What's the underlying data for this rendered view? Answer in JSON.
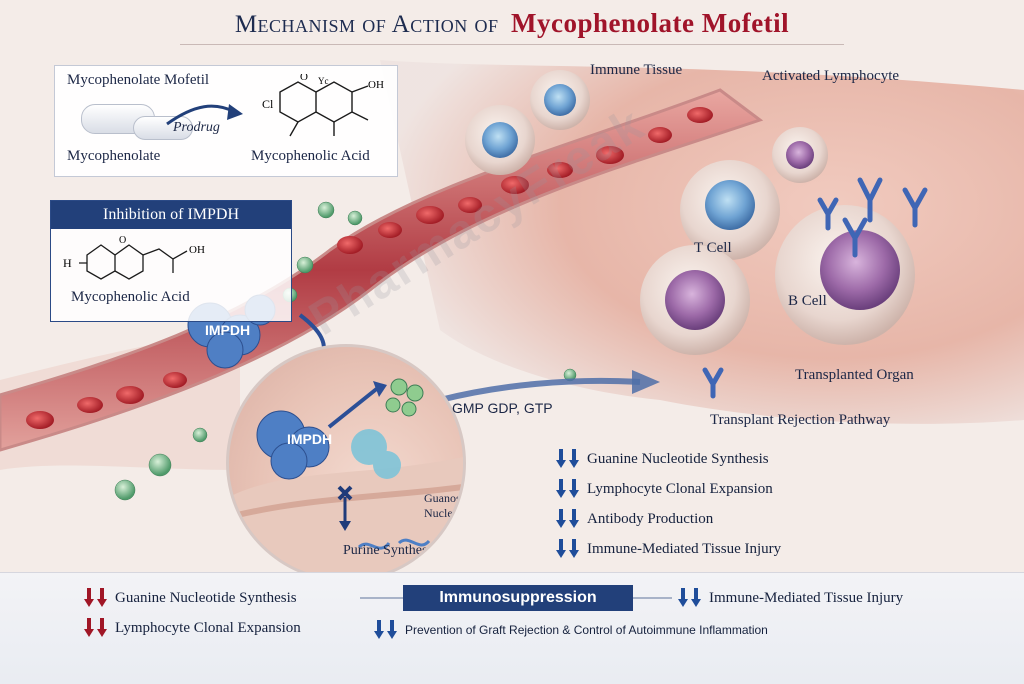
{
  "title": {
    "part1": "Mechanism of Action of",
    "part2": "Mycophenolate Mofetil"
  },
  "prodrug": {
    "name": "Mycophenolate Mofetil",
    "arrow_label": "Prodrug",
    "left_label": "Mycophenolate",
    "right_label": "Mycophenolic Acid",
    "chem_labels": [
      "Cl",
      "O",
      "OH",
      "Yc"
    ]
  },
  "inhibition": {
    "heading": "Inhibition of IMPDH",
    "compound": "Mycophenolic Acid",
    "chem_labels": [
      "H",
      "O",
      "OH"
    ]
  },
  "scene_labels": {
    "immune_tissue": "Immune Tissue",
    "activated_lymphocyte": "Activated Lymphocyte",
    "t_cell": "T Cell",
    "b_cell": "B Cell",
    "transplanted_organ": "Transplanted Organ",
    "rejection_pathway": "Transplant Rejection Pathway",
    "impdh_vessel": "IMPDH"
  },
  "zoom": {
    "enzyme": "IMPDH",
    "products": "GMP GDP, GTP",
    "guanosine": "Guanosine\nNucleotides",
    "purine": "Purine Synthesis"
  },
  "effects": [
    "Guanine Nucleotide Synthesis",
    "Lymphocyte Clonal Expansion",
    "Antibody Production",
    "Immune-Mediated Tissue Injury"
  ],
  "bottom": {
    "center": "Immunosuppression",
    "left": [
      "Guanine Nucleotide Synthesis",
      "Lymphocyte Clonal Expansion"
    ],
    "right_top": "Immune-Mediated Tissue Injury",
    "right_bottom": "Prevention of Graft Rejection & Control of Autoimmune Inflammation"
  },
  "watermark": "PharmacyFreak",
  "colors": {
    "navy": "#22407a",
    "title_red": "#a0142a",
    "arrow_blue": "#1f4d9a",
    "arrow_red": "#a01626",
    "vessel_red": "#b0303a"
  }
}
